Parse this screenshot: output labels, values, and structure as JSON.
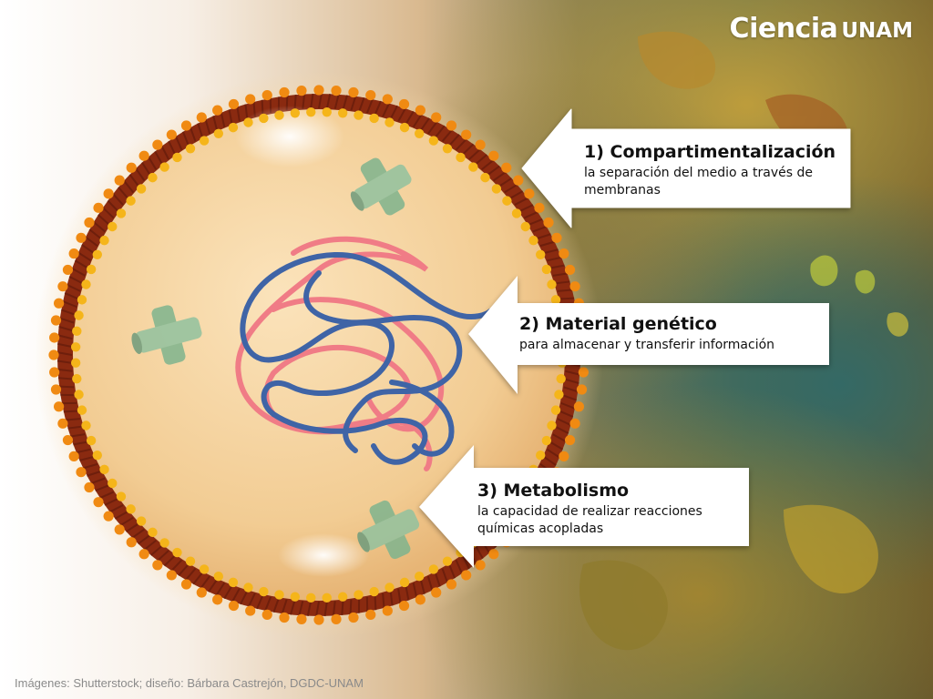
{
  "brand": {
    "name": "Ciencia",
    "suffix": "UNAM"
  },
  "callouts": [
    {
      "title": "1) Compartimentalización",
      "desc": "la separación del medio a través de membranas"
    },
    {
      "title": "2)  Material genético",
      "desc": "para almacenar y transferir información"
    },
    {
      "title": "3) Metabolismo",
      "desc": "la capacidad de realizar reacciones químicas acopladas"
    }
  ],
  "credit": "Imágenes: Shutterstock; diseño: Bárbara Castrejón, DGDC-UNAM",
  "colors": {
    "membrane_head_orange": "#f08a12",
    "membrane_head_yellow": "#f5b51a",
    "membrane_tail": "#8a2a10",
    "cytoplasm": "#f3cf98",
    "dna_blue": "#3f64a6",
    "rna_pink": "#f07c86",
    "protein_green": "#7fb48e"
  }
}
